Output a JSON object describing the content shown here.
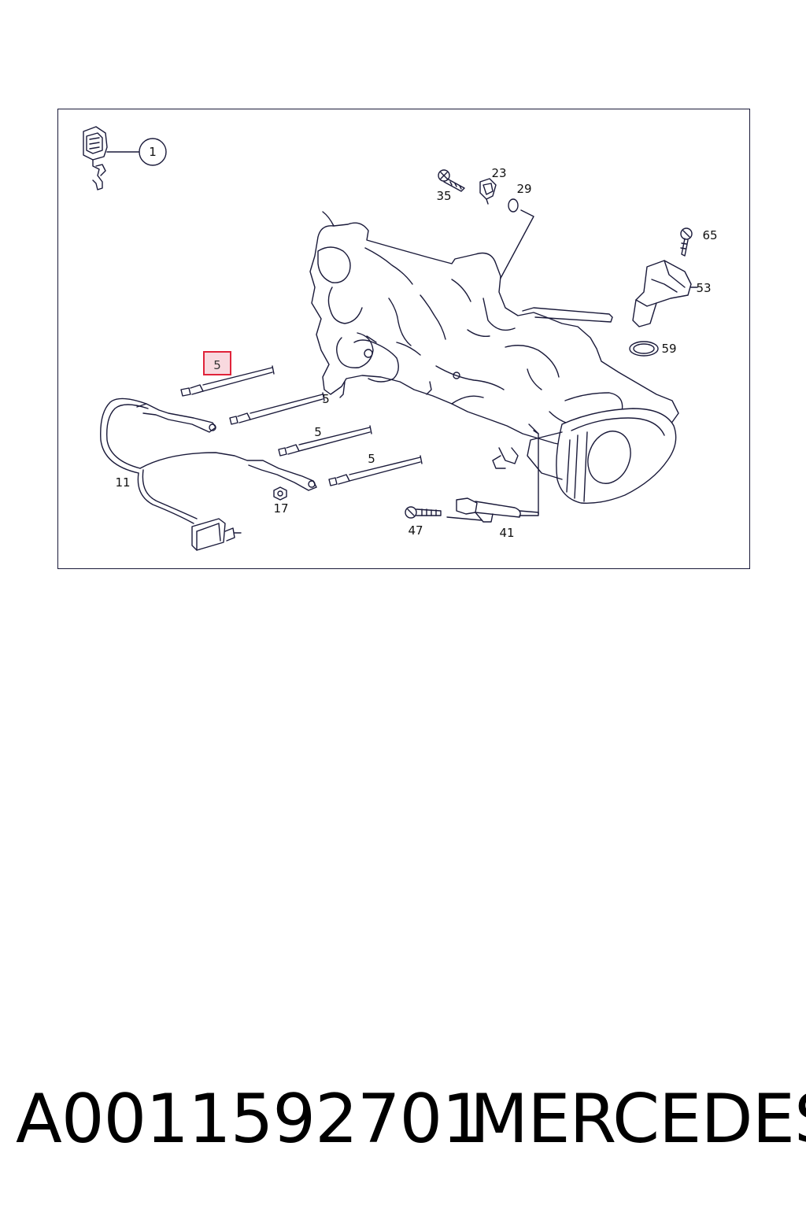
{
  "diagram": {
    "callouts": {
      "c1": "1",
      "c23": "23",
      "c29": "29",
      "c35": "35",
      "c65": "65",
      "c53": "53",
      "c59": "59",
      "c5a": "5",
      "c5b": "5",
      "c5c": "5",
      "c5d": "5",
      "c11": "11",
      "c17": "17",
      "c47": "47",
      "c41": "41"
    },
    "highlighted_part": "5",
    "highlight_color": "#e0233a",
    "line_color": "#1a1a3a"
  },
  "footer": {
    "part_number": "A0011592701",
    "brand": "MERCEDES"
  }
}
